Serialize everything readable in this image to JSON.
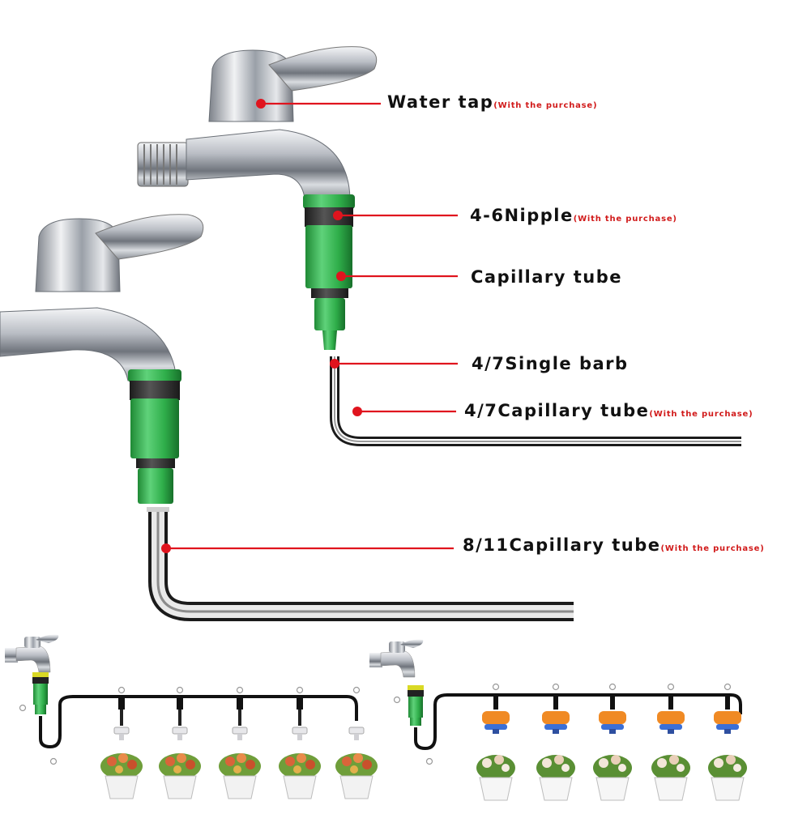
{
  "callouts": [
    {
      "id": "water-tap",
      "label": "Water tap",
      "note": "(With the purchase)"
    },
    {
      "id": "nipple",
      "label": "4-6Nipple",
      "note": "(With the purchase)"
    },
    {
      "id": "capillary-tube",
      "label": "Capillary tube",
      "note": ""
    },
    {
      "id": "single-barb",
      "label": "4/7Single barb",
      "note": ""
    },
    {
      "id": "tube-4-7",
      "label": "4/7Capillary tube",
      "note": "(With the purchase)"
    },
    {
      "id": "tube-8-11",
      "label": "8/11Capillary tube",
      "note": "(With the purchase)"
    }
  ],
  "colors": {
    "leader": "#e0141e",
    "fitting_green": "#2fae4a",
    "fitting_dark": "#333333",
    "tube": "#1b1b1b",
    "chrome": "#c9ccd1",
    "note": "#d11a1a",
    "emitter_orange": "#f08a24",
    "emitter_blue": "#3b6fd6"
  },
  "icons": [
    "water-tap-icon",
    "quick-connector-icon",
    "drip-emitter-icon",
    "mist-nozzle-icon",
    "flower-pot-icon"
  ],
  "mini_diagrams": [
    {
      "id": "kit-white-nozzles",
      "emitter_count": 5,
      "emitter": "mist-nozzle-icon"
    },
    {
      "id": "kit-orange-emitters",
      "emitter_count": 5,
      "emitter": "drip-emitter-icon"
    }
  ]
}
